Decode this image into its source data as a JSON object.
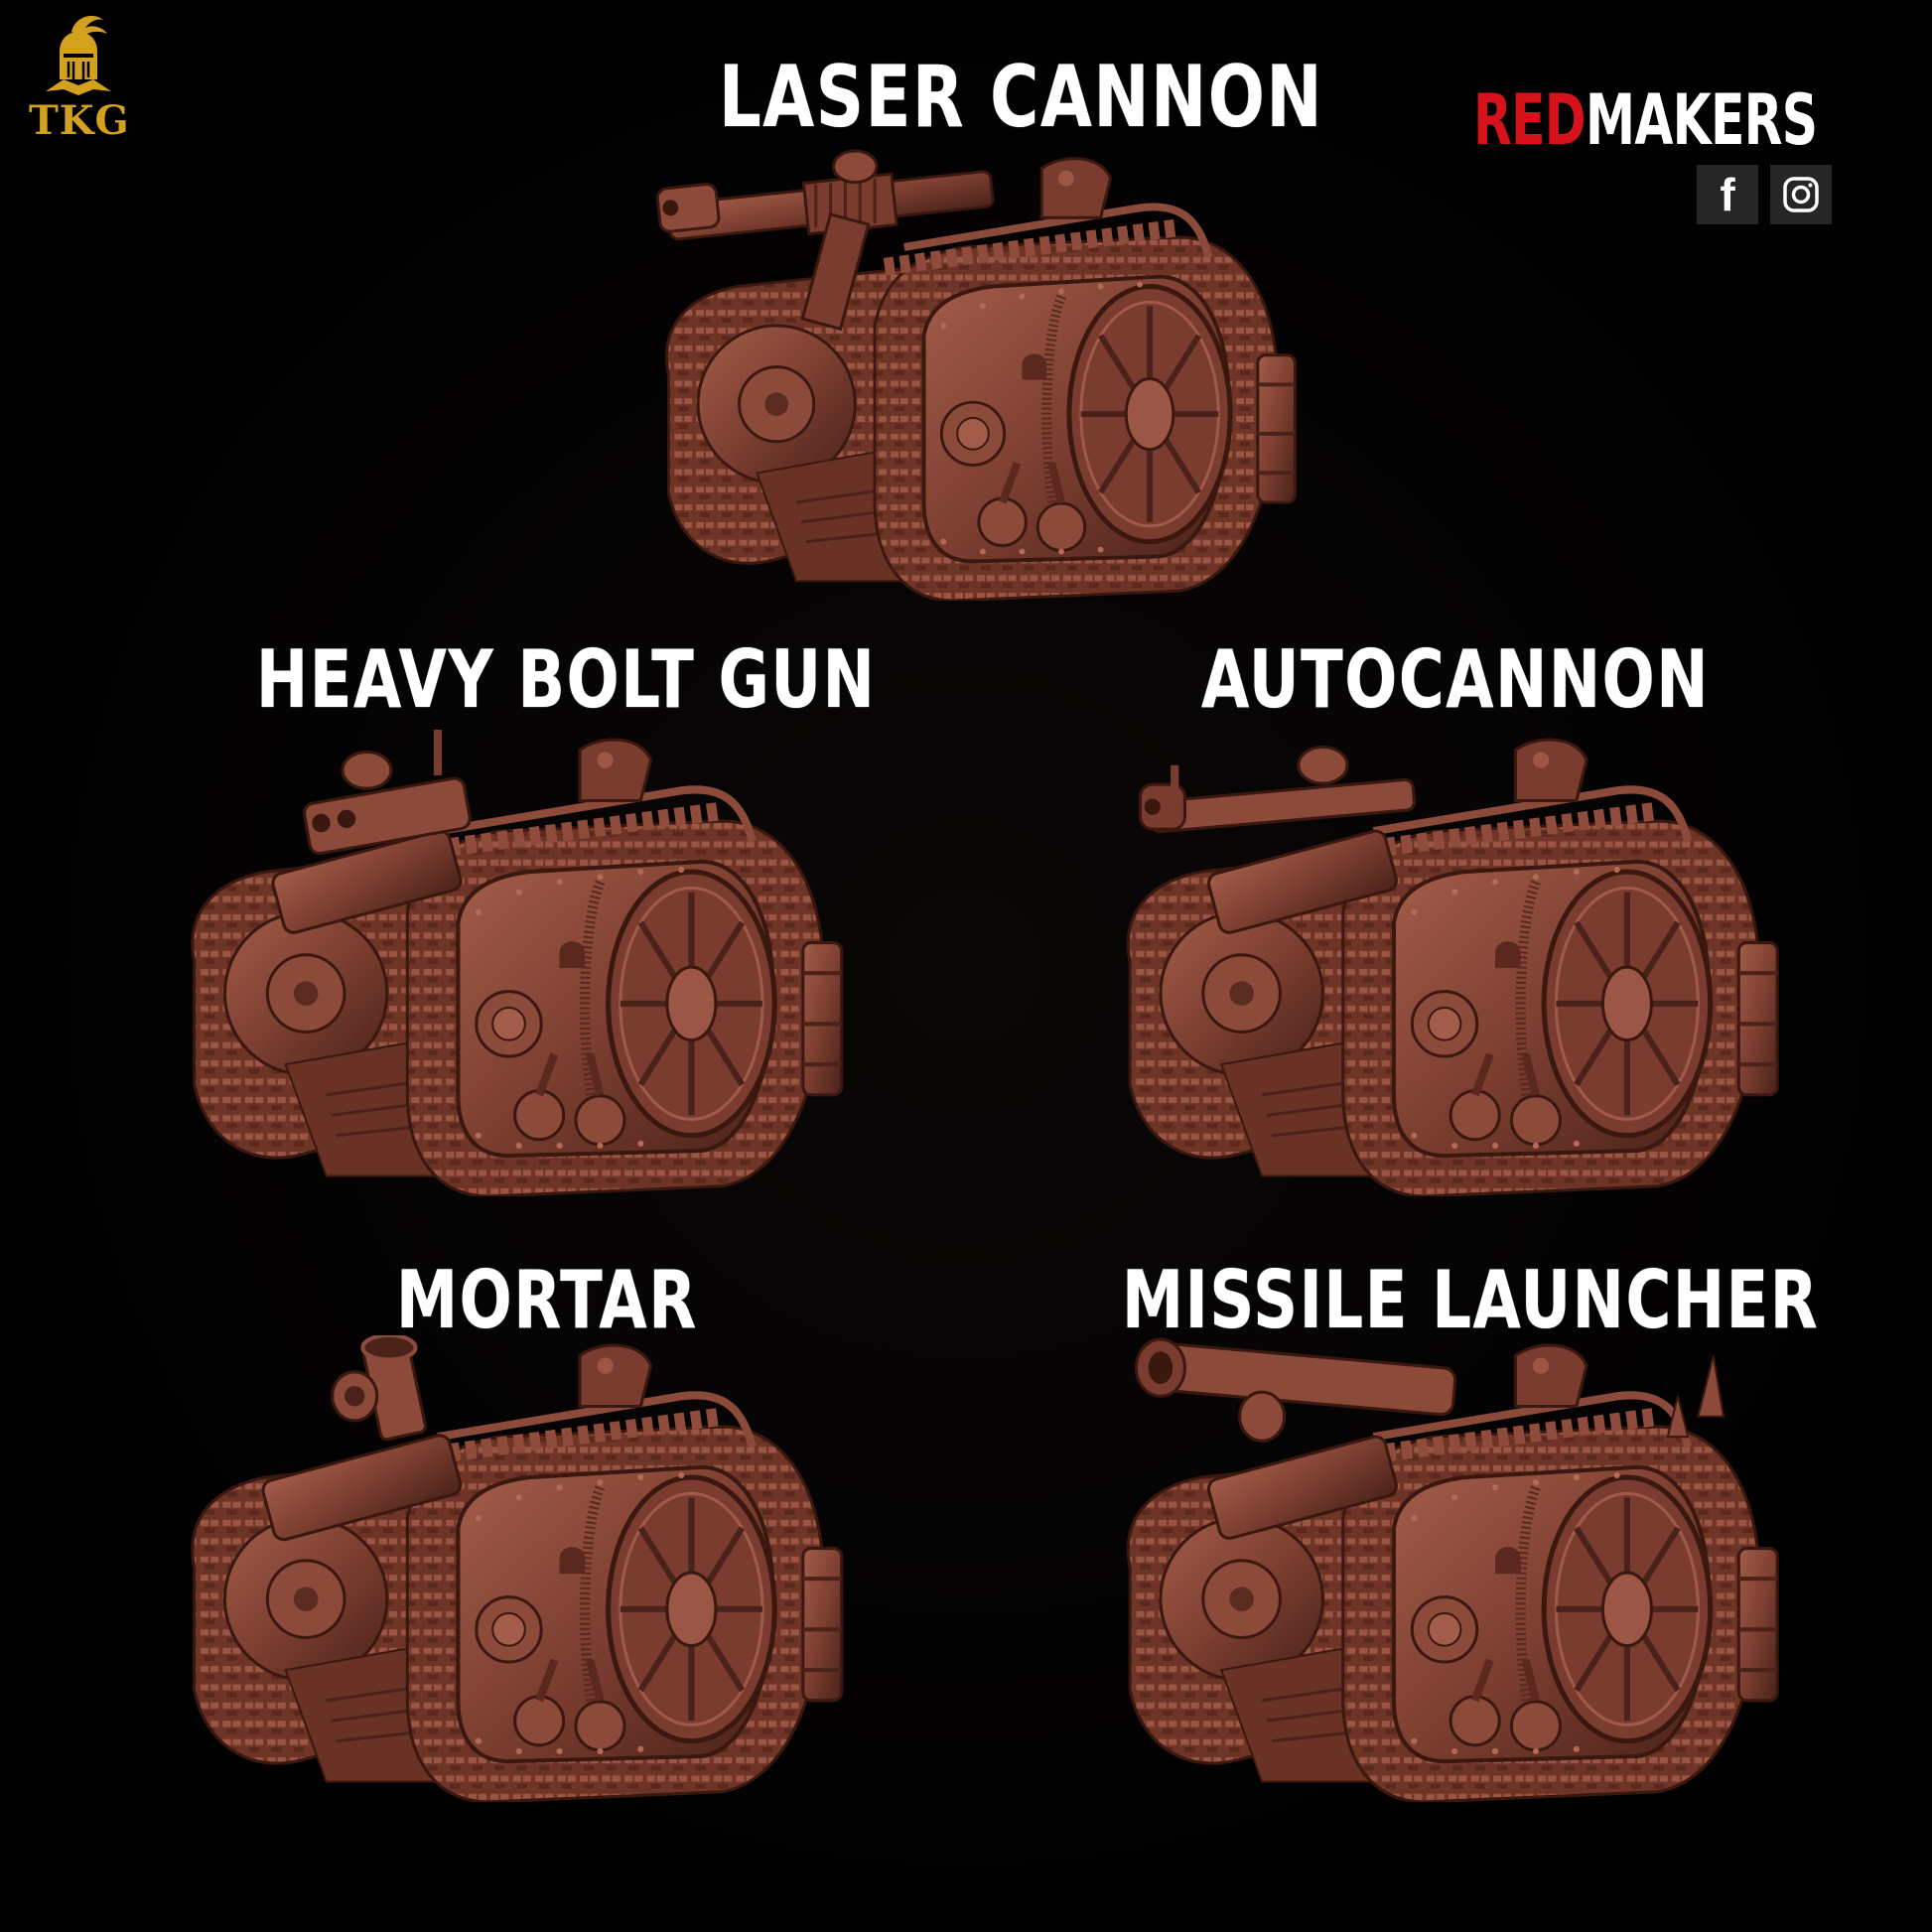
{
  "logos": {
    "tkg": {
      "text": "TKG",
      "icon": "knight-helmet-icon",
      "color": "#d4a11f"
    },
    "redmakers": {
      "part_red": "RED",
      "part_white": "MAKERS",
      "red_color": "#d8121b",
      "white_color": "#ffffff"
    }
  },
  "social": [
    {
      "name": "facebook",
      "glyph": "f",
      "icon": "facebook-icon"
    },
    {
      "name": "instagram",
      "icon": "instagram-icon"
    }
  ],
  "variants": [
    {
      "label": "LASER CANNON",
      "weapon": "laser-cannon"
    },
    {
      "label": "HEAVY BOLT GUN",
      "weapon": "heavy-bolt-gun"
    },
    {
      "label": "AUTOCANNON",
      "weapon": "autocannon"
    },
    {
      "label": "MORTAR",
      "weapon": "mortar"
    },
    {
      "label": "MISSILE LAUNCHER",
      "weapon": "missile-launcher"
    }
  ],
  "colors": {
    "background": "#000000",
    "model": "#7a3e30",
    "model_light": "#a05a48",
    "model_dark": "#3e1c15",
    "text": "#ffffff"
  }
}
